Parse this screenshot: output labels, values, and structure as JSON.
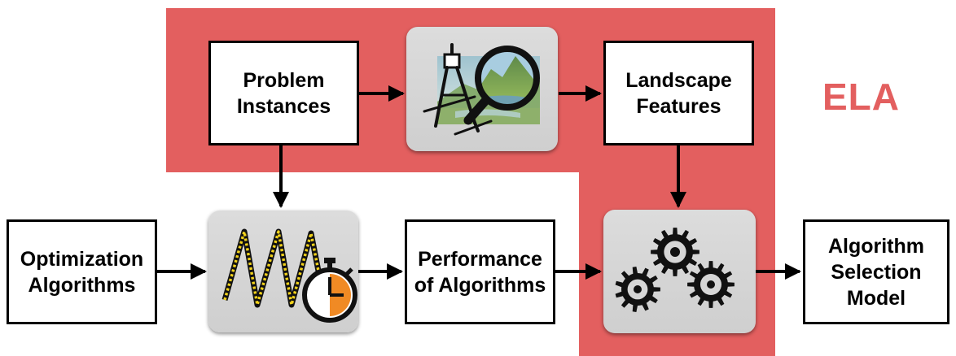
{
  "diagram": {
    "ela_label": "ELA",
    "colors": {
      "ela_region": "#e35f5f",
      "tile": "#d3d3d3",
      "measuring_tape": "#f2d21b",
      "stopwatch_accent": "#f08a24"
    },
    "nodes": {
      "problem_instances": [
        "Problem",
        "Instances"
      ],
      "landscape_features": [
        "Landscape",
        "Features"
      ],
      "optimization_algorithms": [
        "Optimization",
        "Algorithms"
      ],
      "performance_of_algorithms": [
        "Performance",
        "of Algorithms"
      ],
      "algorithm_selection_model": [
        "Algorithm",
        "Selection",
        "Model"
      ]
    },
    "icons": {
      "landscape_analysis": "compass-magnifier-landscape-icon",
      "benchmarking": "measuring-tape-stopwatch-icon",
      "machine_learning": "gears-icon"
    },
    "edges": [
      [
        "problem_instances",
        "landscape_analysis"
      ],
      [
        "landscape_analysis",
        "landscape_features"
      ],
      [
        "problem_instances",
        "benchmarking"
      ],
      [
        "landscape_features",
        "machine_learning"
      ],
      [
        "optimization_algorithms",
        "benchmarking"
      ],
      [
        "benchmarking",
        "performance_of_algorithms"
      ],
      [
        "performance_of_algorithms",
        "machine_learning"
      ],
      [
        "machine_learning",
        "algorithm_selection_model"
      ]
    ]
  }
}
